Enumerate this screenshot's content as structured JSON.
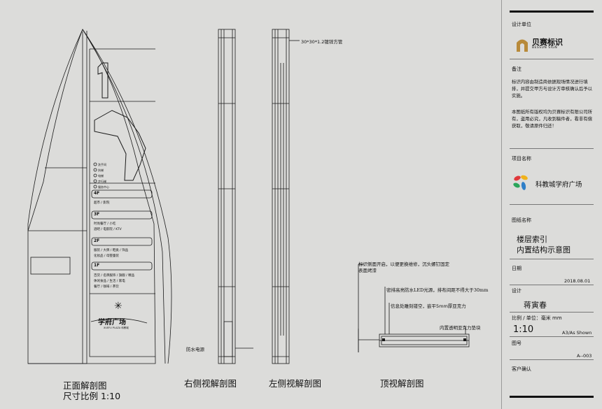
{
  "drawing": {
    "front": {
      "big_numeral": "1",
      "legend": [
        "洗手间",
        "扶梯",
        "电梯",
        "步行梯",
        "服务中心"
      ],
      "floors": [
        {
          "tag": "4F",
          "desc": "超市 / 影院"
        },
        {
          "tag": "3F",
          "desc": "时尚餐厅 / 小吃",
          "desc2": "酒吧 / 电影院 / KTV"
        },
        {
          "tag": "2F",
          "desc": "服装 / 大牌 / 鞋类 / 饰品",
          "desc2": "化妆品 / 母婴童装"
        },
        {
          "tag": "1F",
          "desc": "百货 / 名牌服饰 / 旗舰 / 精品",
          "desc2": "休闲食品 / 生活 / 家电",
          "desc3": "餐厅 / 咖啡 / 茶饮"
        }
      ],
      "brand": "学府广场",
      "brand_en": "XUEFU PLAZA 科教城"
    },
    "annotations": {
      "tube": "30*30*1.2镀锌方管",
      "power": "防水电源",
      "side_panel": "标识侧面开启，以便更换维修，沉头螺钉固定",
      "side_panel2": "表面烤漆",
      "led": "密排高亮防水LED光源，排布间距不得大于30mm",
      "acrylic": "信息处雕刻镂空，嵌平5mm厚亚克力",
      "top_acrylic": "内置透明亚克力垫块"
    },
    "captions": {
      "front": "正面解剖图",
      "scale": "尺寸比例  1:10",
      "right": "右侧视解剖图",
      "left": "左侧视解剖图",
      "top": "顶视解剖图"
    }
  },
  "titleblock": {
    "design_unit_label": "设计单位",
    "company_cn": "贝赛标识",
    "company_en": "BESSUN SIGN",
    "remarks_label": "备注",
    "remark1": "标识内容由制造商依据现场情况进行填排，并提交甲方与设计方审核确认后予以实施。",
    "remark2": "本图纸所有版权均为贝赛标识有限公司所有，盗用必究，凡收到稿件者，看非有偿获取，敬请原件归还！",
    "project_label": "项目名称",
    "project_name": "科教城学府广场",
    "drawing_name_label": "图纸名称",
    "drawing_name_1": "楼层索引",
    "drawing_name_2": "内置结构示意图",
    "date_label": "日期",
    "date": "2018.08.01",
    "designer_label": "设计",
    "designer": "蒋寅春",
    "scale_label": "比例 / 单位：毫米 mm",
    "scale": "1:10",
    "scale_note": "A3/As Shown",
    "drawing_no_label": "图号",
    "drawing_no": "A--003",
    "client_label": "客户确认",
    "colors": {
      "line": "#1a1a1a",
      "background": "#dcdcda",
      "petal_red": "#e0383b",
      "petal_yellow": "#f0b21b",
      "petal_green": "#2aa55a",
      "petal_blue": "#2f7fc8",
      "logo_gold": "#b88a3a"
    }
  }
}
